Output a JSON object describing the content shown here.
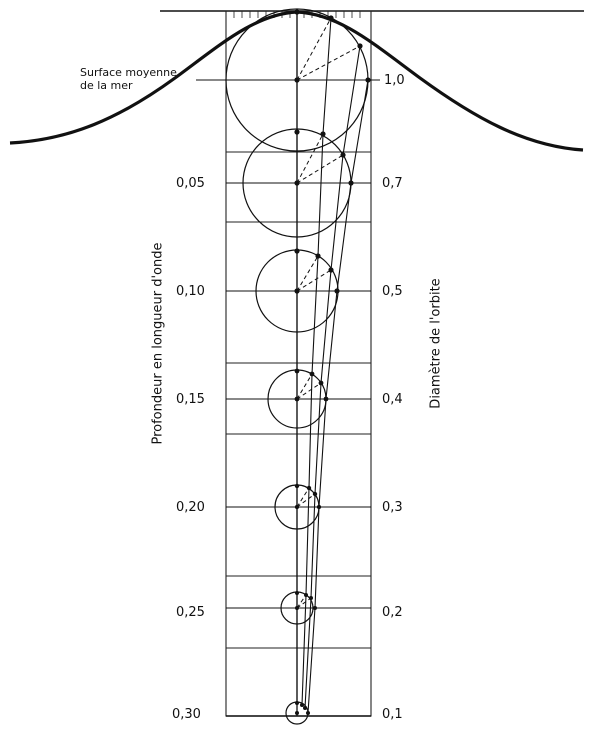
{
  "surface_label": {
    "line1": "Surface moyenne",
    "line2": "de la mer"
  },
  "left_axis": {
    "title": "Profondeur en longueur d'onde",
    "ticks": [
      "0,05",
      "0,10",
      "0,15",
      "0,20",
      "0,25",
      "0,30"
    ]
  },
  "right_axis": {
    "title": "Diamètre de l'orbite",
    "ticks": [
      "1,0",
      "0,7",
      "0,5",
      "0,4",
      "0,3",
      "0,2",
      "0,1"
    ]
  },
  "orbits": [
    {
      "depth": 0.0,
      "diameter": 1.0
    },
    {
      "depth": 0.05,
      "diameter": 0.7
    },
    {
      "depth": 0.1,
      "diameter": 0.5
    },
    {
      "depth": 0.15,
      "diameter": 0.4
    },
    {
      "depth": 0.2,
      "diameter": 0.3
    },
    {
      "depth": 0.25,
      "diameter": 0.2
    },
    {
      "depth": 0.3,
      "diameter": 0.1
    }
  ]
}
